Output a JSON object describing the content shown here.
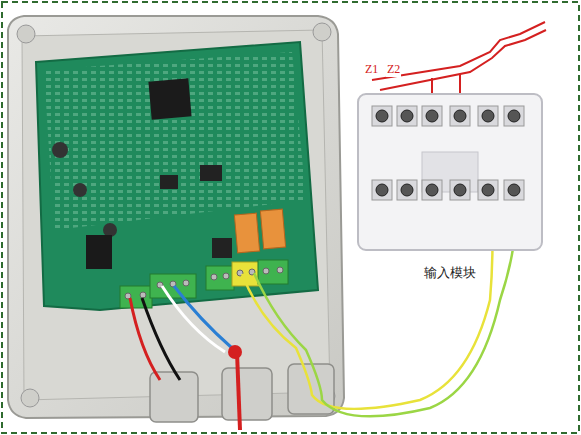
{
  "diagram": {
    "nodes": [
      {
        "text": [
          "输入模块"
        ]
      }
    ],
    "labels": [
      "Z1",
      "Z2"
    ]
  }
}
